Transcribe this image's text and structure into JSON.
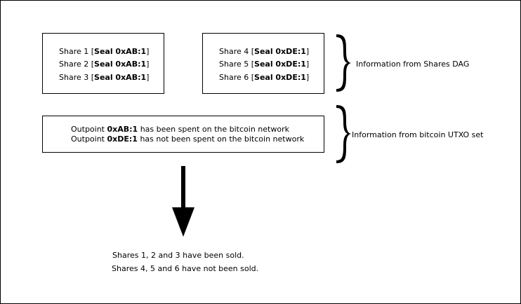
{
  "shares_box_1": [
    {
      "prefix": "Share 1 [",
      "seal": "Seal 0xAB:1",
      "suffix": "]"
    },
    {
      "prefix": "Share 2 [",
      "seal": "Seal 0xAB:1",
      "suffix": "]"
    },
    {
      "prefix": "Share 3 [",
      "seal": "Seal 0xAB:1",
      "suffix": "]"
    }
  ],
  "shares_box_2": [
    {
      "prefix": "Share 4 [",
      "seal": "Seal 0xDE:1",
      "suffix": "]"
    },
    {
      "prefix": "Share 5 [",
      "seal": "Seal 0xDE:1",
      "suffix": "]"
    },
    {
      "prefix": "Share 6 [",
      "seal": "Seal 0xDE:1",
      "suffix": "]"
    }
  ],
  "outpoints": [
    {
      "prefix": "Outpoint ",
      "id": "0xAB:1",
      "suffix": " has been spent on the bitcoin network"
    },
    {
      "prefix": "Outpoint ",
      "id": "0xDE:1",
      "suffix": " has not been spent on the bitcoin network"
    }
  ],
  "labels": {
    "shares_dag": "Information from Shares DAG",
    "utxo_set": "Information from bitcoin UTXO set"
  },
  "conclusion": [
    "Shares 1, 2 and 3 have been sold.",
    "Shares 4, 5 and 6 have not been sold."
  ]
}
